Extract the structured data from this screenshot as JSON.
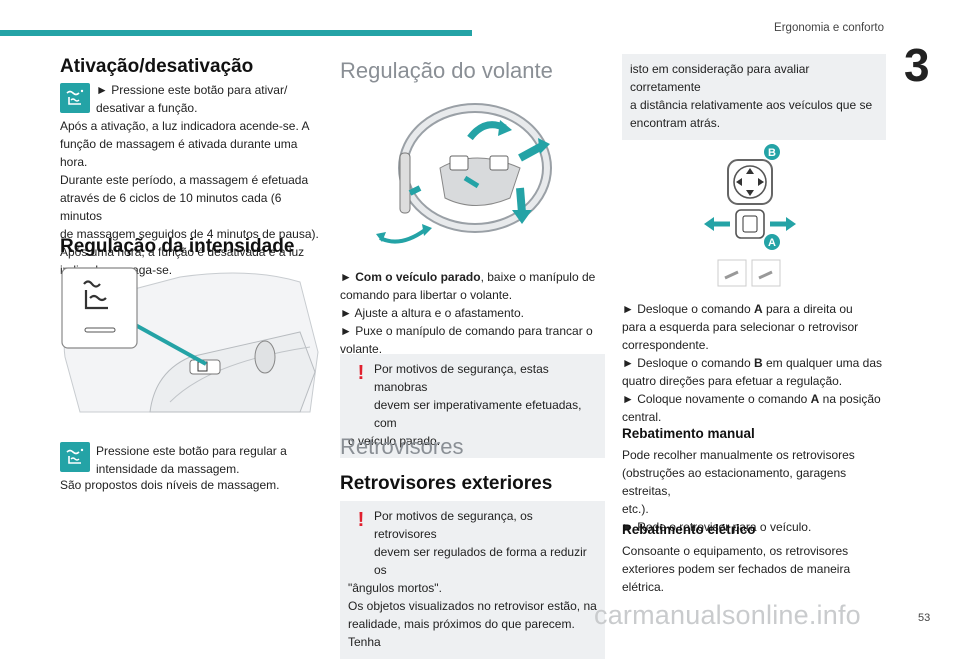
{
  "header": {
    "running_title": "Ergonomia e conforto",
    "chapter_number": "3"
  },
  "col1": {
    "heading_activation": "Ativação/desativação",
    "activation_bullet_line1": "► Pressione este botão para ativar/",
    "activation_bullet_line2": "desativar a função.",
    "activation_text": [
      "Após a ativação, a luz indicadora acende-se. A",
      "função de massagem é ativada durante uma hora.",
      "Durante este período, a massagem é efetuada",
      "através de 6 ciclos de 10 minutos cada (6 minutos",
      "de massagem seguidos de 4 minutos de pausa).",
      "Após uma hora, a função é desativada e a luz",
      "indicadora apaga-se."
    ],
    "heading_intensity": "Regulação da intensidade",
    "intensity_line1": "Pressione este botão para regular a",
    "intensity_line2": "intensidade da massagem.",
    "intensity_line3": "São propostos dois níveis de massagem."
  },
  "col2": {
    "heading_steering": "Regulação do volante",
    "steering_b1_bold": "Com o veículo parado",
    "steering_b1_rest": ", baixe o manípulo de",
    "steering_b1_line2": "comando para libertar o volante.",
    "steering_b2": "► Ajuste a altura e o afastamento.",
    "steering_b3_line1": "► Puxe o manípulo de comando para trancar o",
    "steering_b3_line2": "volante.",
    "steering_note": [
      "Por motivos de segurança, estas manobras",
      "devem ser imperativamente efetuadas, com",
      "o veículo parado."
    ],
    "heading_mirrors": "Retrovisores",
    "heading_ext_mirrors": "Retrovisores exteriores",
    "mirror_note": [
      "Por motivos de segurança, os retrovisores",
      "devem ser regulados de forma a reduzir os",
      "\"ângulos mortos\".",
      "Os objetos visualizados no retrovisor estão, na",
      "realidade, mais próximos do que parecem. Tenha"
    ]
  },
  "col3": {
    "note_cont": [
      "isto em consideração para avaliar corretamente",
      "a distância relativamente aos veículos que se",
      "encontram atrás."
    ],
    "label_b": "B",
    "label_a": "A",
    "mirror_b1_line1_pre": "► Desloque o comando ",
    "mirror_b1_a": "A",
    "mirror_b1_line1_post": " para a direita ou",
    "mirror_b1_line2": "para a esquerda para selecionar o retrovisor",
    "mirror_b1_line3": "correspondente.",
    "mirror_b2_line1_pre": "► Desloque o comando ",
    "mirror_b2_b": "B",
    "mirror_b2_line1_post": " em qualquer uma das",
    "mirror_b2_line2": "quatro direções para efetuar a regulação.",
    "mirror_b3_line1_pre": "► Coloque novamente o comando ",
    "mirror_b3_a": "A",
    "mirror_b3_line1_post": " na posição",
    "mirror_b3_line2": "central.",
    "heading_manual": "Rebatimento manual",
    "manual_text": [
      "Pode recolher manualmente os retrovisores",
      "(obstruções ao estacionamento, garagens estreitas,",
      "etc.).",
      "► Rode o retrovisor para o veículo."
    ],
    "heading_electric": "Rebatimento elétrico",
    "electric_text": [
      "Consoante o equipamento, os retrovisores",
      "exteriores podem ser fechados de maneira elétrica."
    ]
  },
  "footer": {
    "page_number": "53",
    "watermark": "carmanualsonline.info"
  },
  "colors": {
    "accent_teal": "#24a3a6",
    "warning_red": "#e0202e",
    "note_bg": "#eef0f2"
  }
}
